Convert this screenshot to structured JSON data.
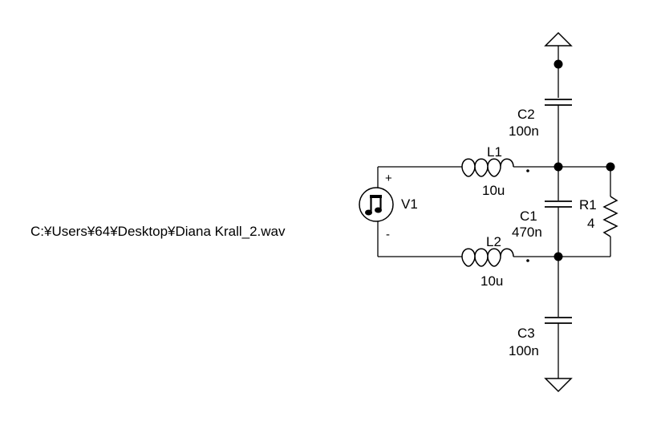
{
  "components": {
    "c2": {
      "ref": "C2",
      "value": "100n"
    },
    "l1": {
      "ref": "L1",
      "value": "10u"
    },
    "c1": {
      "ref": "C1",
      "value": "470n"
    },
    "r1": {
      "ref": "R1",
      "value": "4"
    },
    "l2": {
      "ref": "L2",
      "value": "10u"
    },
    "c3": {
      "ref": "C3",
      "value": "100n"
    },
    "v1": {
      "ref": "V1",
      "file": "C:¥Users¥64¥Desktop¥Diana Krall_2.wav",
      "plus": "+",
      "minus": "-"
    }
  },
  "icons": {
    "source": "music-note-icon",
    "supply": "vdd-triangle-icon",
    "ground": "ground-triangle-icon"
  }
}
